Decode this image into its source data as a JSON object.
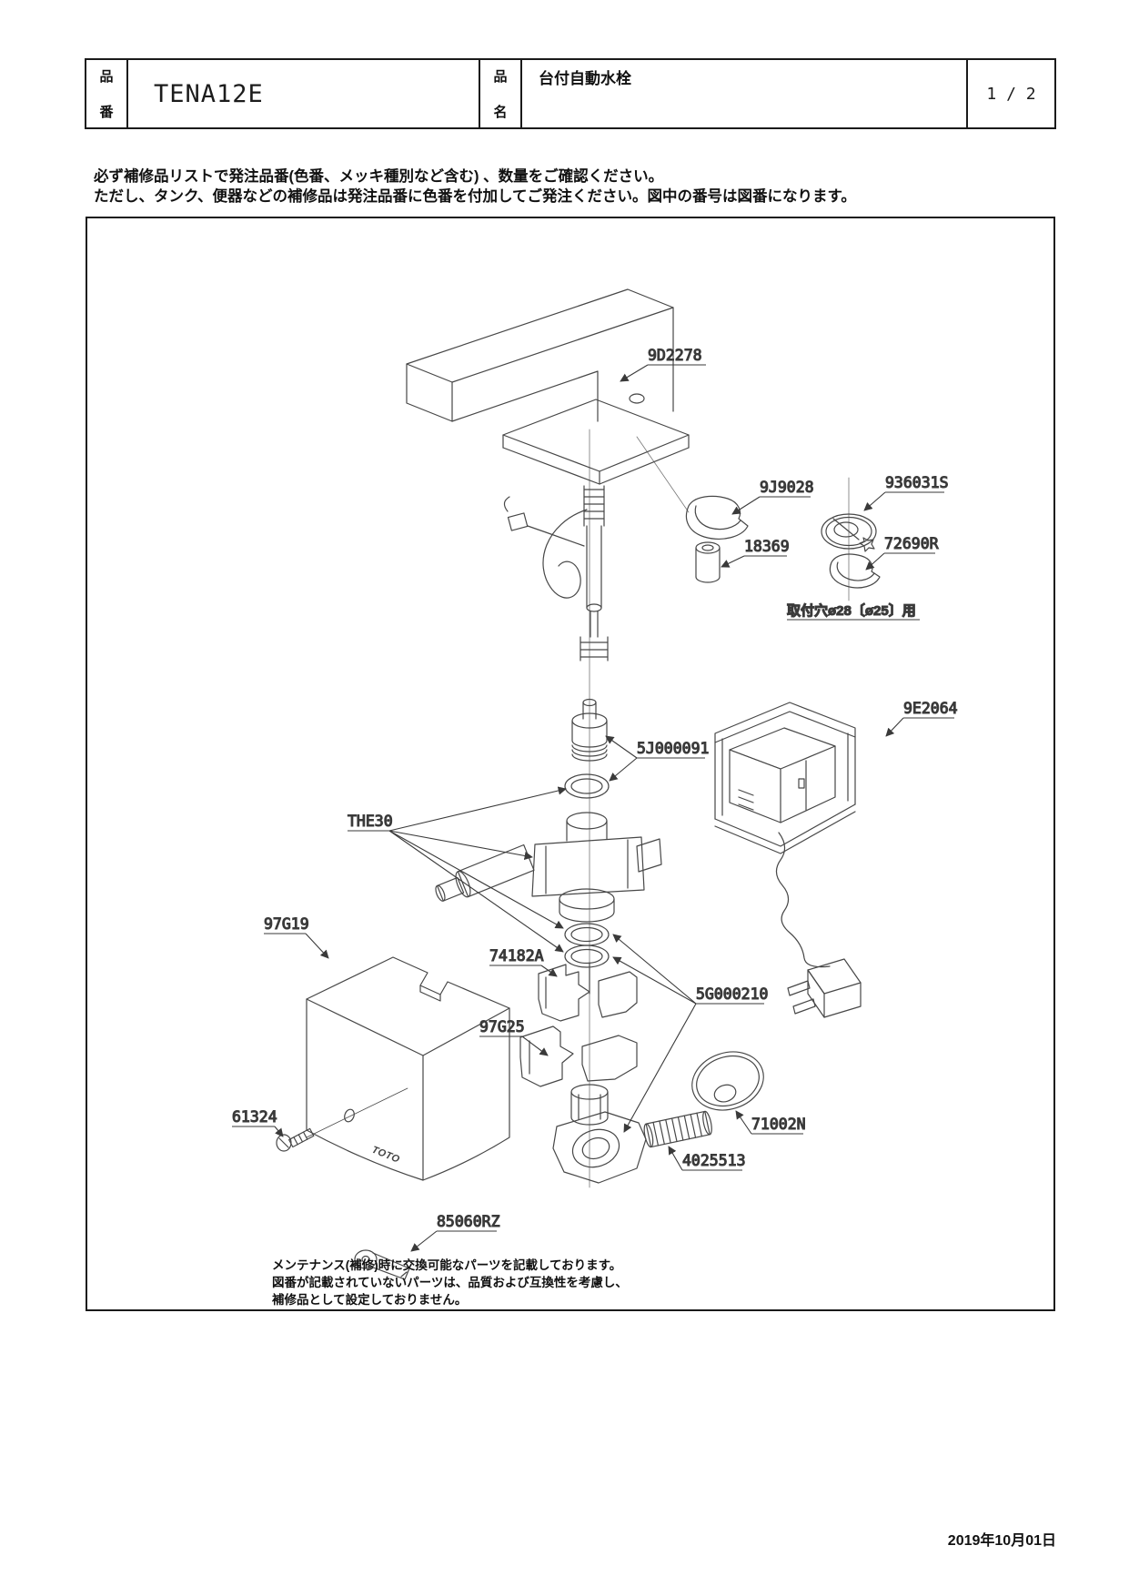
{
  "header": {
    "part_number_label": "品番",
    "part_number": "TENA12E",
    "product_name_label": "品名",
    "product_name": "台付自動水栓",
    "page_indicator": "1 / 2"
  },
  "notice": {
    "line1": "必ず補修品リストで発注品番(色番、メッキ種別など含む) 、数量をご確認ください。",
    "line2": "ただし、タンク、便器などの補修品は発注品番に色番を付加してご発注ください。図中の番号は図番になります。"
  },
  "diagram": {
    "labels": {
      "spout": "9D2278",
      "clamp_upper": "9J9028",
      "spacer": "18369",
      "flange": "936031S",
      "clamp_ring": "72690R",
      "mounting_hole_note": "取付穴ø28〔ø25〕用",
      "controller": "9E2064",
      "cartridge": "5J000091",
      "valve_unit": "THE30",
      "cover": "97G19",
      "clamp_a": "74182A",
      "clamp_b": "97G25",
      "oring_set": "5G000210",
      "escutcheon": "71002N",
      "nipple": "4025513",
      "screw": "61324",
      "key": "85060RZ"
    },
    "logo": "TOTO",
    "note": {
      "line1": "メンテナンス(補修)時に交換可能なパーツを記載しております。",
      "line2": "図番が記載されていないパーツは、品質および互換性を考慮し、",
      "line3": "補修品として設定しておりません。"
    }
  },
  "footer": {
    "date": "2019年10月01日"
  }
}
